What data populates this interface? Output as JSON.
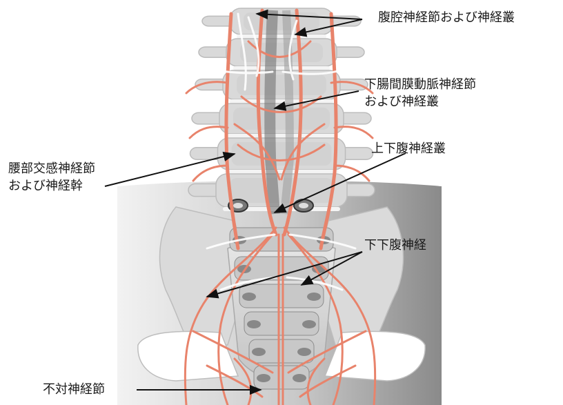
{
  "labels": {
    "celiac": {
      "lines": [
        "腹腔神経節および神経叢"
      ]
    },
    "inferior_mesenteric": {
      "lines": [
        "下腸間膜動脈神経節",
        "および神経叢"
      ]
    },
    "superior_hypogastric": {
      "lines": [
        "上下腹神経叢"
      ]
    },
    "lumbar_sympathetic": {
      "lines": [
        "腰部交感神経節",
        "および神経幹"
      ]
    },
    "inferior_hypogastric": {
      "lines": [
        "下下腹神経"
      ]
    },
    "impar": {
      "lines": [
        "不対神経節"
      ]
    }
  },
  "colors": {
    "nerve": "#e8836b",
    "bone_light": "#d9d9d9",
    "bone_mid": "#bcbcbc",
    "bone_dark": "#8c8c8c",
    "shadow": "#5e5e5e",
    "background_gradient_top": "#efefef",
    "background_gradient_bottom": "#8a8a8a",
    "arrow": "#111111"
  }
}
